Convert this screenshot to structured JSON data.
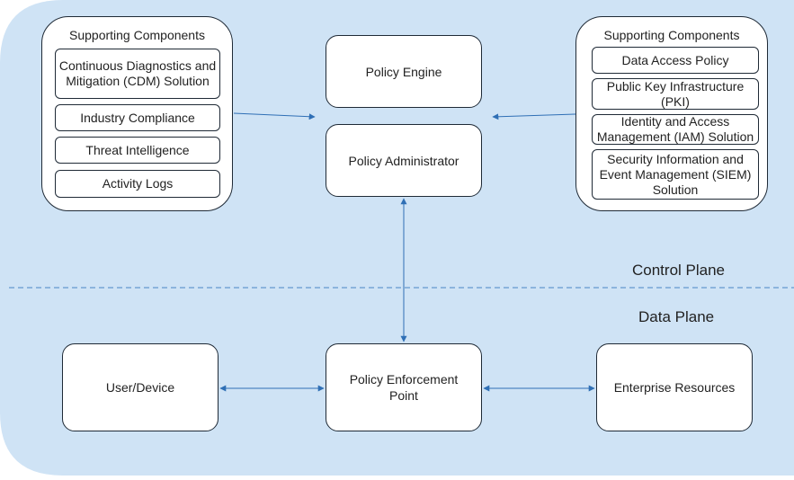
{
  "left_panel": {
    "title": "Supporting Components",
    "items": [
      "Continuous Diagnostics and Mitigation (CDM) Solution",
      "Industry Compliance",
      "Threat Intelligence",
      "Activity Logs"
    ]
  },
  "right_panel": {
    "title": "Supporting Components",
    "items": [
      "Data Access Policy",
      "Public Key Infrastructure (PKI)",
      "Identity and Access Management (IAM) Solution",
      "Security Information and Event Management (SIEM) Solution"
    ]
  },
  "nodes": {
    "policy_engine": "Policy Engine",
    "policy_administrator": "Policy Administrator",
    "pep": "Policy Enforcement Point",
    "user_device": "User/Device",
    "enterprise_resources": "Enterprise Resources"
  },
  "planes": {
    "control": "Control Plane",
    "data": "Data Plane"
  },
  "colors": {
    "background_region": "#cfe3f5",
    "arrow": "#2f6fb5",
    "divider": "#4a86c5",
    "box_border": "#1f2a36"
  }
}
